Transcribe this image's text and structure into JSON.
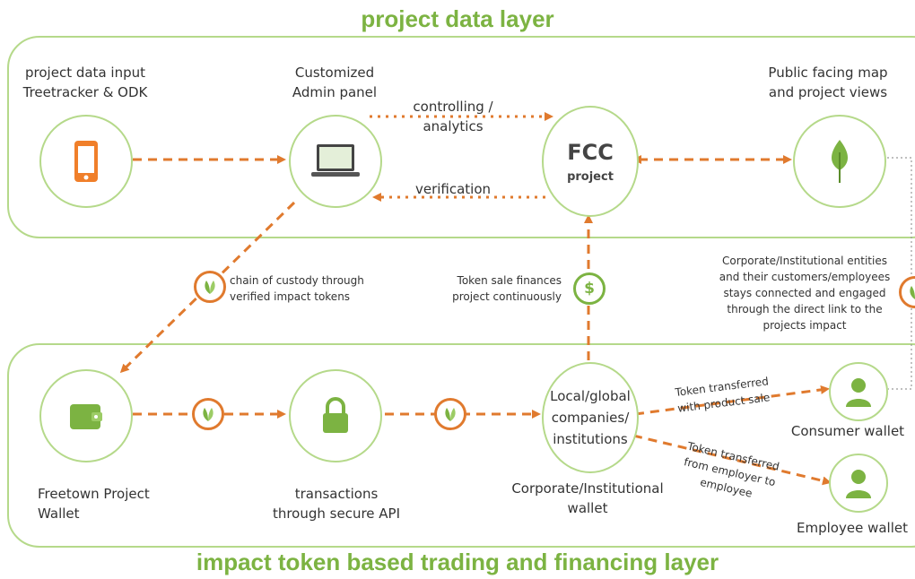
{
  "titles": {
    "top": "project data layer",
    "bottom": "impact token based trading and financing layer"
  },
  "nodes": {
    "data_input": {
      "line1": "project data input",
      "line2": "Treetracker & ODK",
      "icon": "phone-icon"
    },
    "admin": {
      "line1": "Customized",
      "line2": "Admin panel",
      "icon": "laptop-icon"
    },
    "fcc": {
      "main": "FCC",
      "sub": "project"
    },
    "public_map": {
      "line1": "Public facing map",
      "line2": "and project views",
      "icon": "leaf-icon"
    },
    "wallet": {
      "line1": "Freetown Project",
      "line2": "Wallet",
      "icon": "wallet-icon"
    },
    "transactions": {
      "line1": "transactions",
      "line2": "through secure API",
      "icon": "lock-icon"
    },
    "local": {
      "line1": "Local/global",
      "line2": "companies/",
      "line3": "institutions",
      "cap1": "Corporate/Institutional",
      "cap2": "wallet"
    },
    "consumer": {
      "label": "Consumer wallet",
      "icon": "person-icon"
    },
    "employee": {
      "label": "Employee wallet",
      "icon": "person-icon"
    }
  },
  "edges": {
    "controlling1": "controlling /",
    "controlling2": "analytics",
    "verification": "verification",
    "chain1": "chain of custody through",
    "chain2": "verified impact tokens",
    "token_sale1": "Token sale finances",
    "token_sale2": "project continuously",
    "corp1": "Corporate/Institutional  entities",
    "corp2": "and their customers/employees",
    "corp3": "stays connected and engaged",
    "corp4": "through the direct link to the",
    "corp5": "projects impact",
    "tt_product1": "Token transferred",
    "tt_product2": "with product sale",
    "tt_employer1": "Token transferred",
    "tt_employer2": "from employer to",
    "tt_employer3": "employee"
  },
  "colors": {
    "green": "#7cb342",
    "light_green": "#b5d98a",
    "orange": "#e07a2e"
  }
}
